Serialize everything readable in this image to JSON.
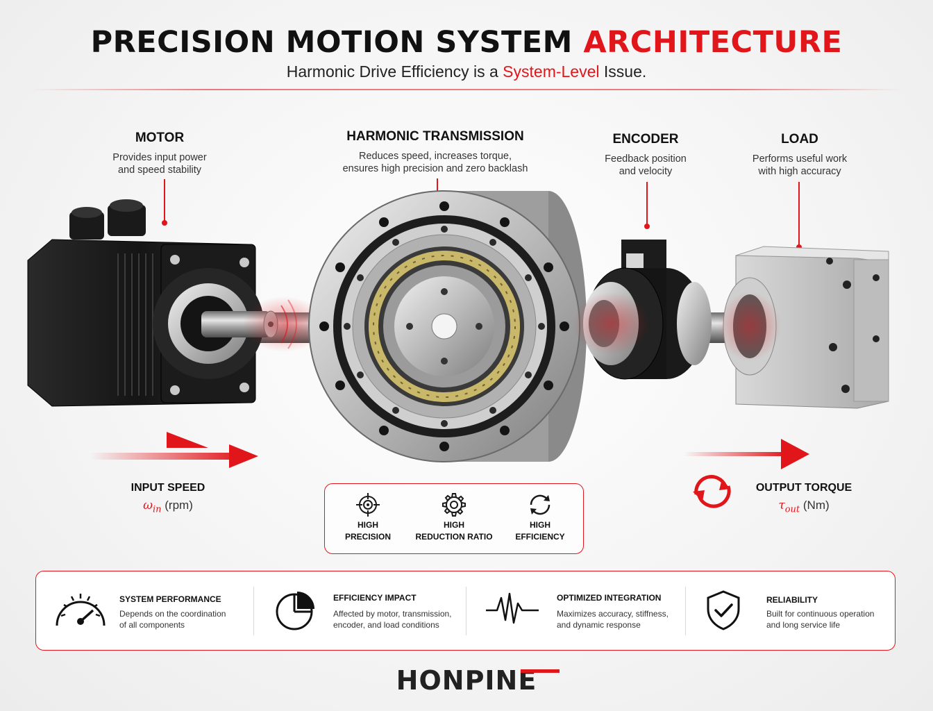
{
  "header": {
    "title_main": "PRECISION MOTION SYSTEM ",
    "title_accent": "ARCHITECTURE",
    "subtitle_pre": "Harmonic Drive Efficiency is a ",
    "subtitle_accent": "System-Level",
    "subtitle_post": " Issue."
  },
  "components": [
    {
      "title": "MOTOR",
      "desc_1": "Provides input power",
      "desc_2": "and speed stability"
    },
    {
      "title": "HARMONIC TRANSMISSION",
      "desc_1": "Reduces speed, increases torque,",
      "desc_2": "ensures high precision and zero backlash"
    },
    {
      "title": "ENCODER",
      "desc_1": "Feedback position",
      "desc_2": "and velocity"
    },
    {
      "title": "LOAD",
      "desc_1": "Performs useful work",
      "desc_2": "with high accuracy"
    }
  ],
  "input": {
    "title": "INPUT SPEED",
    "symbol": "ω",
    "sub": "in",
    "unit": " (rpm)"
  },
  "output": {
    "title": "OUTPUT TORQUE",
    "symbol": "τ",
    "sub": "out",
    "unit": " (Nm)"
  },
  "features": [
    {
      "icon": "target-icon",
      "line1": "HIGH",
      "line2": "PRECISION"
    },
    {
      "icon": "gear-icon",
      "line1": "HIGH",
      "line2": "REDUCTION RATIO"
    },
    {
      "icon": "cycle-icon",
      "line1": "HIGH",
      "line2": "EFFICIENCY"
    }
  ],
  "benefits": [
    {
      "icon": "speedometer-icon",
      "title": "SYSTEM PERFORMANCE",
      "desc_1": "Depends on the coordination",
      "desc_2": "of all components"
    },
    {
      "icon": "pie-chart-icon",
      "title": "EFFICIENCY IMPACT",
      "desc_1": "Affected by motor, transmission,",
      "desc_2": "encoder, and load conditions"
    },
    {
      "icon": "waveform-icon",
      "title": "OPTIMIZED INTEGRATION",
      "desc_1": "Maximizes accuracy, stiffness,",
      "desc_2": "and dynamic response"
    },
    {
      "icon": "shield-check-icon",
      "title": "RELIABILITY",
      "desc_1": "Built for continuous operation",
      "desc_2": "and long service life"
    }
  ],
  "brand": {
    "name": "HONPINE"
  },
  "colors": {
    "accent": "#e0161b",
    "text": "#111111"
  }
}
